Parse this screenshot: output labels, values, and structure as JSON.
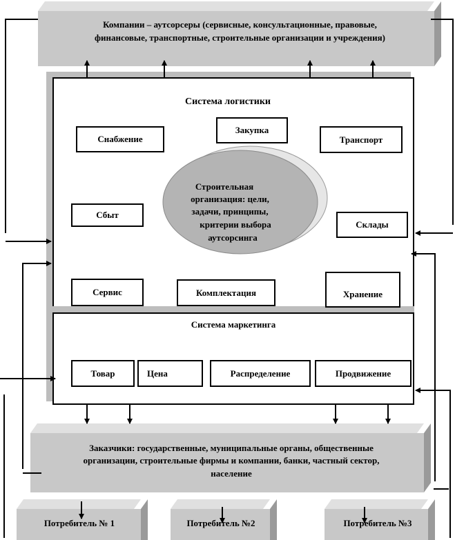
{
  "outsourcers": {
    "text_line1": "Компании – аутсорсеры  (сервисные, консультационные, правовые,",
    "text_line2": "финансовые, транспортные, строительные организации и учреждения)"
  },
  "logistics": {
    "title": "Система логистики",
    "boxes": {
      "supply": "Снабжение",
      "purchase": "Закупка",
      "transport": "Транспорт",
      "sales": "Сбыт",
      "warehouses": "Склады",
      "service": "Сервис",
      "completion": "Комплектация",
      "storage": "Хранение"
    },
    "center": {
      "line1": "Строительная",
      "line2": "организация: цели,",
      "line3": "задачи,  принципы,",
      "line4": "критерии выбора",
      "line5": "аутсорсинга"
    }
  },
  "marketing": {
    "title": "Система маркетинга",
    "boxes": {
      "product": "Товар",
      "price": "Цена",
      "distribution": "Распределение",
      "promotion": "Продвижение"
    }
  },
  "customers": {
    "line1": "Заказчики: государственные, муниципальные органы, общественные",
    "line2": "организации, строительные фирмы и компании, банки, частный сектор,",
    "line3": "население"
  },
  "consumers": {
    "c1": "Потребитель № 1",
    "c2": "Потребитель №2",
    "c3": "Потребитель №3"
  },
  "colors": {
    "block_face": "#c8c8c8",
    "block_top": "#e0e0e0",
    "block_side": "#9a9a9a",
    "ellipse": "#b4b4b4"
  }
}
